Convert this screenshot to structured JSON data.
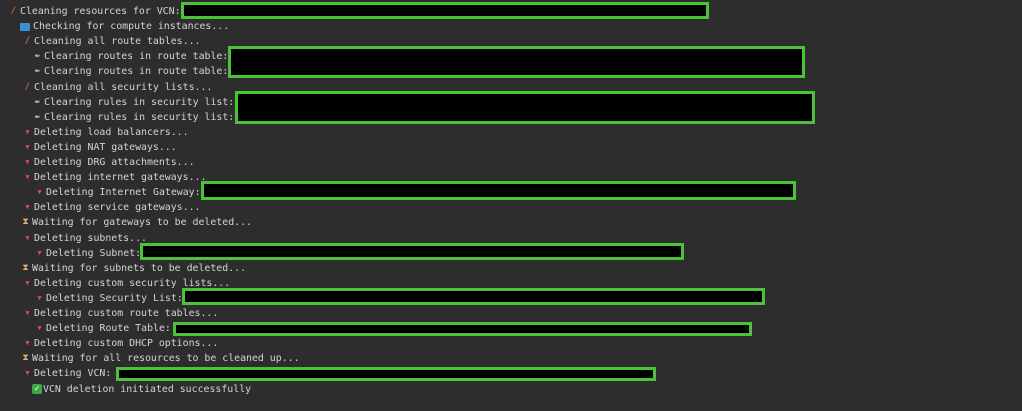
{
  "log_lines": [
    {
      "icon": "broom-icon",
      "text": "Cleaning resources for VCN:"
    },
    {
      "icon": "monitor-icon",
      "text": "Checking for compute instances..."
    },
    {
      "icon": "broom-icon",
      "text": "Cleaning all route tables..."
    },
    {
      "icon": "wrench-icon",
      "text": "Clearing routes in route table:"
    },
    {
      "icon": "wrench-icon",
      "text": "Clearing routes in route table:"
    },
    {
      "icon": "broom-icon",
      "text": "Cleaning all security lists..."
    },
    {
      "icon": "wrench-icon",
      "text": "Clearing rules in security list:"
    },
    {
      "icon": "wrench-icon",
      "text": "Clearing rules in security list:"
    },
    {
      "icon": "triangle-down-icon",
      "text": "Deleting load balancers..."
    },
    {
      "icon": "triangle-down-icon",
      "text": "Deleting NAT gateways..."
    },
    {
      "icon": "triangle-down-icon",
      "text": "Deleting DRG attachments..."
    },
    {
      "icon": "triangle-down-icon",
      "text": "Deleting internet gateways..."
    },
    {
      "icon": "triangle-down-icon",
      "text": "Deleting Internet Gateway:"
    },
    {
      "icon": "triangle-down-icon",
      "text": "Deleting service gateways..."
    },
    {
      "icon": "hourglass-icon",
      "text": "Waiting for gateways to be deleted..."
    },
    {
      "icon": "triangle-down-icon",
      "text": "Deleting subnets..."
    },
    {
      "icon": "triangle-down-icon",
      "text": "Deleting Subnet:"
    },
    {
      "icon": "hourglass-icon",
      "text": "Waiting for subnets to be deleted..."
    },
    {
      "icon": "triangle-down-icon",
      "text": "Deleting custom security lists..."
    },
    {
      "icon": "triangle-down-icon",
      "text": "Deleting Security List:"
    },
    {
      "icon": "triangle-down-icon",
      "text": "Deleting custom route tables..."
    },
    {
      "icon": "triangle-down-icon",
      "text": "Deleting Route Table:"
    },
    {
      "icon": "triangle-down-icon",
      "text": "Deleting custom DHCP options..."
    },
    {
      "icon": "hourglass-icon",
      "text": "Waiting for all resources to be cleaned up..."
    },
    {
      "icon": "triangle-down-icon",
      "text": "Deleting VCN:"
    },
    {
      "icon": "check-icon",
      "text": "VCN deletion initiated successfully"
    }
  ]
}
